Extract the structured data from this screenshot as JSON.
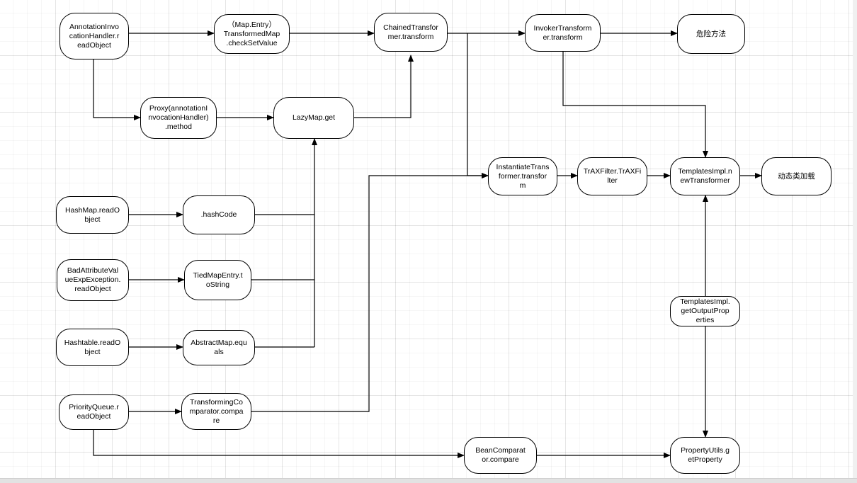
{
  "diagram": {
    "nodes": {
      "annotation_readobject": "AnnotationInvo\ncationHandler.r\neadObject",
      "map_entry_checksetvalue": "（Map.Entry）\nTransformedMap\n.checkSetValue",
      "chained_transform": "ChainedTransfor\nmer.transform",
      "invoker_transform": "InvokerTransform\ner.transform",
      "dangerous_method": "危险方法",
      "proxy_method": "Proxy(annotationI\nnvocationHandler)\n.method",
      "lazymap_get": "LazyMap.get",
      "hashmap_readobject": "HashMap.readO\nbject",
      "hashcode": ".hashCode",
      "badattr_readobject": "BadAttributeVal\nueExpException.\nreadObject",
      "tiedmapentry_tostring": "TiedMapEntry.t\noString",
      "hashtable_readobject": "Hashtable.readO\nbject",
      "abstractmap_equals": "AbstractMap.equ\nals",
      "priorityqueue_readobject": "PriorityQueue.r\neadObject",
      "transforming_compare": "TransformingCo\nmparator.compa\nre",
      "instantiate_transform": "InstantiateTrans\nformer.transfor\nm",
      "traxfilter": "TrAXFilter.TrAXFi\nlter",
      "templatesimpl_newtransformer": "TemplatesImpl.n\newTransformer",
      "dynamic_class_loading": "动态类加载",
      "templatesimpl_getoutputproperties": "TemplatesImpl.\ngetOutputProp\nerties",
      "beancomparator_compare": "BeanComparat\nor.compare",
      "propertyutils_getproperty": "PropertyUtils.g\netProperty"
    }
  }
}
